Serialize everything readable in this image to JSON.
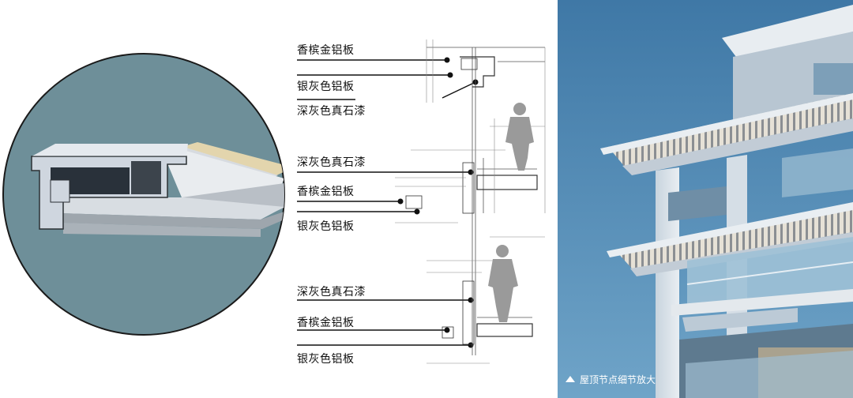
{
  "callouts": {
    "group1": [
      "香槟金铝板",
      "银灰色铝板",
      "深灰色真石漆"
    ],
    "group2": [
      "深灰色真石漆",
      "香槟金铝板",
      "银灰色铝板"
    ],
    "group3": [
      "深灰色真石漆",
      "香槟金铝板",
      "银灰色铝板"
    ]
  },
  "caption": "屋顶节点细节放大",
  "colors": {
    "circle_bg": "#6e8f99",
    "sky": "#4f86b0",
    "champagne": "#d8c9a3",
    "silver": "#c9ced4"
  }
}
